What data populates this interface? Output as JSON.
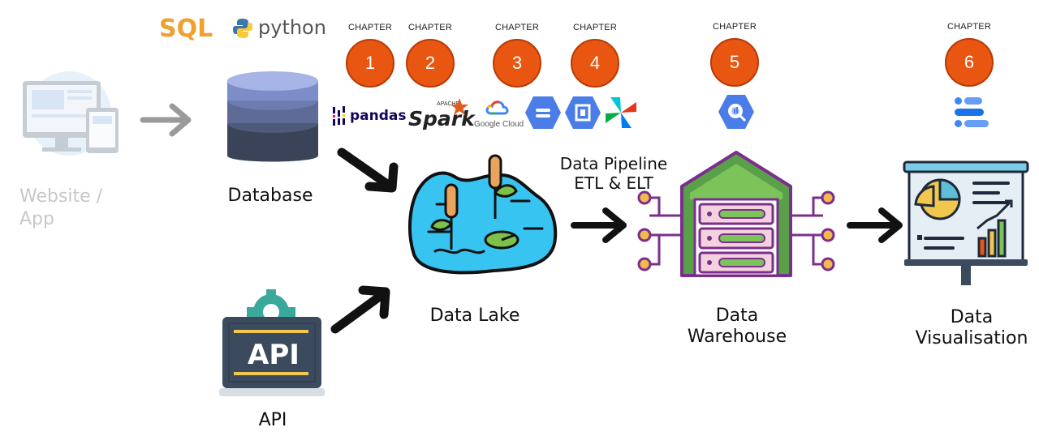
{
  "header_logos": {
    "sql": "SQL",
    "python": "python"
  },
  "chapters": [
    {
      "caption": "CHAPTER",
      "number": "1"
    },
    {
      "caption": "CHAPTER",
      "number": "2"
    },
    {
      "caption": "CHAPTER",
      "number": "3"
    },
    {
      "caption": "CHAPTER",
      "number": "4"
    },
    {
      "caption": "CHAPTER",
      "number": "5"
    },
    {
      "caption": "CHAPTER",
      "number": "6"
    }
  ],
  "tools": {
    "pandas": "pandas",
    "spark_apache": "APACHE",
    "spark": "Spark",
    "google_cloud": "Google Cloud"
  },
  "nodes": {
    "website_app": "Website / App",
    "database": "Database",
    "api": "API",
    "api_screen": "API",
    "data_lake": "Data Lake",
    "pipeline_line1": "Data Pipeline",
    "pipeline_line2": "ETL & ELT",
    "warehouse_line1": "Data",
    "warehouse_line2": "Warehouse",
    "visual_line1": "Data",
    "visual_line2": "Visualisation"
  },
  "colors": {
    "chapter_circle": "#e85612",
    "sql_orange": "#f0a030",
    "lake_blue": "#38c4f0",
    "warehouse_green": "#5aa048",
    "warehouse_purple": "#7b2f8c",
    "arrow_black": "#111111",
    "arrow_grey": "#9a9a9a"
  }
}
